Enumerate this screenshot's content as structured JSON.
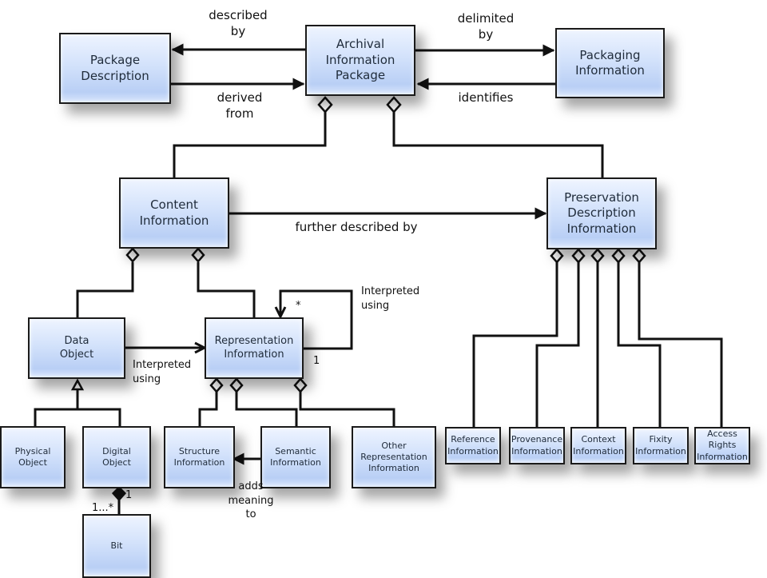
{
  "title": "OAIS Archival Information Package information model",
  "nodes": {
    "package_description": "Package\nDescription",
    "archival_information_package": "Archival\nInformation\nPackage",
    "packaging_information": "Packaging\nInformation",
    "content_information": "Content\nInformation",
    "preservation_description_information": "Preservation\nDescription\nInformation",
    "data_object": "Data\nObject",
    "representation_information": "Representation\nInformation",
    "physical_object": "Physical\nObject",
    "digital_object": "Digital\nObject",
    "bit": "Bit",
    "structure_information": "Structure\nInformation",
    "semantic_information": "Semantic\nInformation",
    "other_representation_information": "Other\nRepresentation\nInformation",
    "reference_information": "Reference\nInformation",
    "provenance_information": "Provenance\nInformation",
    "context_information": "Context\nInformation",
    "fixity_information": "Fixity\nInformation",
    "access_rights_information": "Access\nRights\nInformation"
  },
  "edges": {
    "described_by": "described\nby",
    "derived_from": "derived\nfrom",
    "delimited_by": "delimited\nby",
    "identifies": "identifies",
    "further_described_by": "further described by",
    "interpreted_using_data": "Interpreted\nusing",
    "interpreted_using_self": "Interpreted\nusing",
    "self_multiplicity_many": "*",
    "self_multiplicity_one": "1",
    "adds_meaning_to": "adds\nmeaning\nto",
    "bit_multiplicity_one": "1",
    "bit_multiplicity_many": "1...*"
  }
}
